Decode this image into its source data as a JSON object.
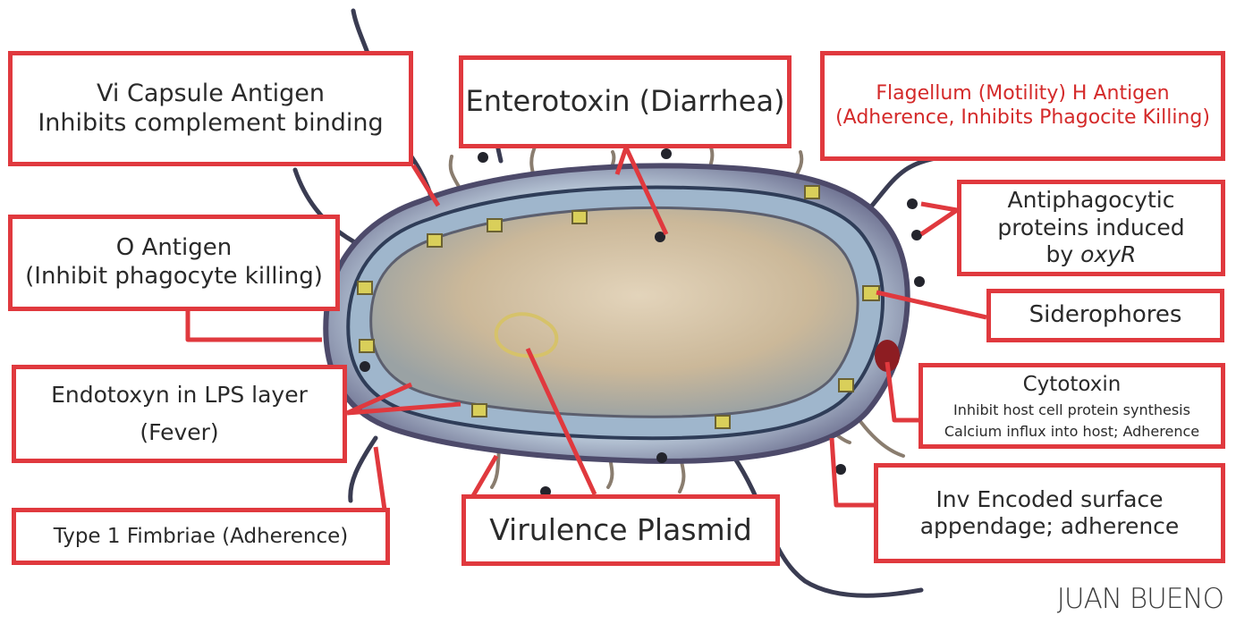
{
  "labels": {
    "vi_capsule": {
      "line1": "Vi Capsule Antigen",
      "line2": "Inhibits complement binding"
    },
    "enterotoxin": {
      "line1": "Enterotoxin (Diarrhea)"
    },
    "flagellum": {
      "line1": "Flagellum (Motility) H Antigen",
      "line2": "(Adherence, Inhibits Phagocite Killing)"
    },
    "o_antigen": {
      "line1": "O Antigen",
      "line2": "(Inhibit phagocyte killing)"
    },
    "antiphagocytic": {
      "line1": "Antiphagocytic",
      "line2": "proteins induced",
      "line3": "by ",
      "line3_italic": "oxyR"
    },
    "siderophores": {
      "line1": "Siderophores"
    },
    "endotoxin": {
      "line1": "Endotoxyn in LPS layer",
      "line2": "(Fever)"
    },
    "cytotoxin": {
      "line1": "Cytotoxin",
      "line2": "Inhibit host cell protein synthesis",
      "line3": "Calcium influx into host; Adherence"
    },
    "type1_fimbriae": {
      "line1": "Type 1 Fimbriae (Adherence)"
    },
    "virulence_plasmid": {
      "line1": "Virulence Plasmid"
    },
    "inv_surface": {
      "line1": "Inv Encoded surface",
      "line2": "appendage; adherence"
    }
  },
  "signature": "JUAN BUENO",
  "colors": {
    "box_border": "#e0393e",
    "flagellum_text": "#d42a2a",
    "text": "#2a2a2a",
    "membrane": "#7f9db8",
    "cytoplasm": "#c8b79c"
  }
}
